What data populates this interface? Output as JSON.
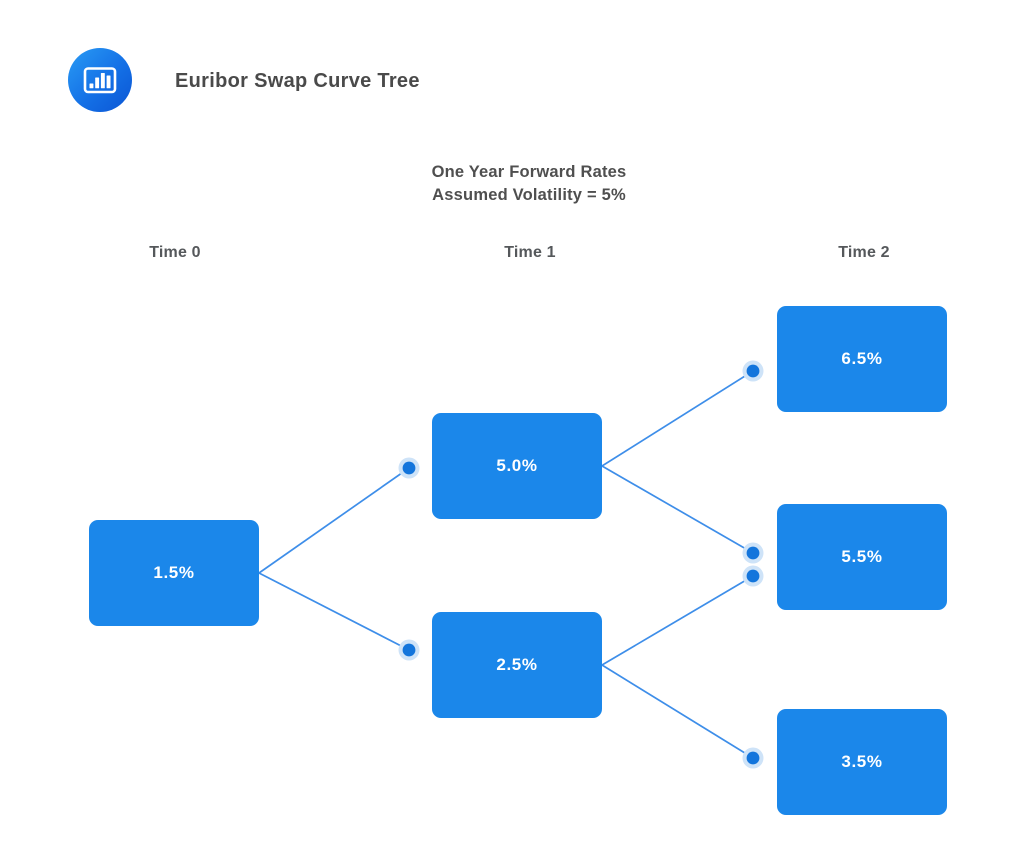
{
  "header": {
    "title": "Euribor Swap Curve Tree",
    "logo_icon": "bar-chart-icon"
  },
  "subtitle": {
    "line1": "One Year Forward Rates",
    "line2": "Assumed Volatility = 5%"
  },
  "columns": [
    {
      "label": "Time 0"
    },
    {
      "label": "Time 1"
    },
    {
      "label": "Time 2"
    }
  ],
  "tree": {
    "nodes": [
      {
        "id": "t0",
        "time": 0,
        "label": "1.5%"
      },
      {
        "id": "t1-up",
        "time": 1,
        "label": "5.0%"
      },
      {
        "id": "t1-down",
        "time": 1,
        "label": "2.5%"
      },
      {
        "id": "t2-upup",
        "time": 2,
        "label": "6.5%"
      },
      {
        "id": "t2-mid",
        "time": 2,
        "label": "5.5%"
      },
      {
        "id": "t2-downdown",
        "time": 2,
        "label": "3.5%"
      }
    ],
    "edges": [
      {
        "from": "t0",
        "to": "t1-up"
      },
      {
        "from": "t0",
        "to": "t1-down"
      },
      {
        "from": "t1-up",
        "to": "t2-upup"
      },
      {
        "from": "t1-up",
        "to": "t2-mid"
      },
      {
        "from": "t1-down",
        "to": "t2-mid"
      },
      {
        "from": "t1-down",
        "to": "t2-downdown"
      }
    ]
  },
  "colors": {
    "node_fill": "#1B87EA",
    "edge_line": "#3E8EE9",
    "dot_core": "#1375DC",
    "dot_halo": "#CEE3F8",
    "title_text": "#4A4A4A",
    "label_text": "#55585B",
    "node_text": "#FFFFFF",
    "background": "#FFFFFF",
    "logo_gradient_start": "#2A9CF5",
    "logo_gradient_end": "#0B55D4"
  }
}
